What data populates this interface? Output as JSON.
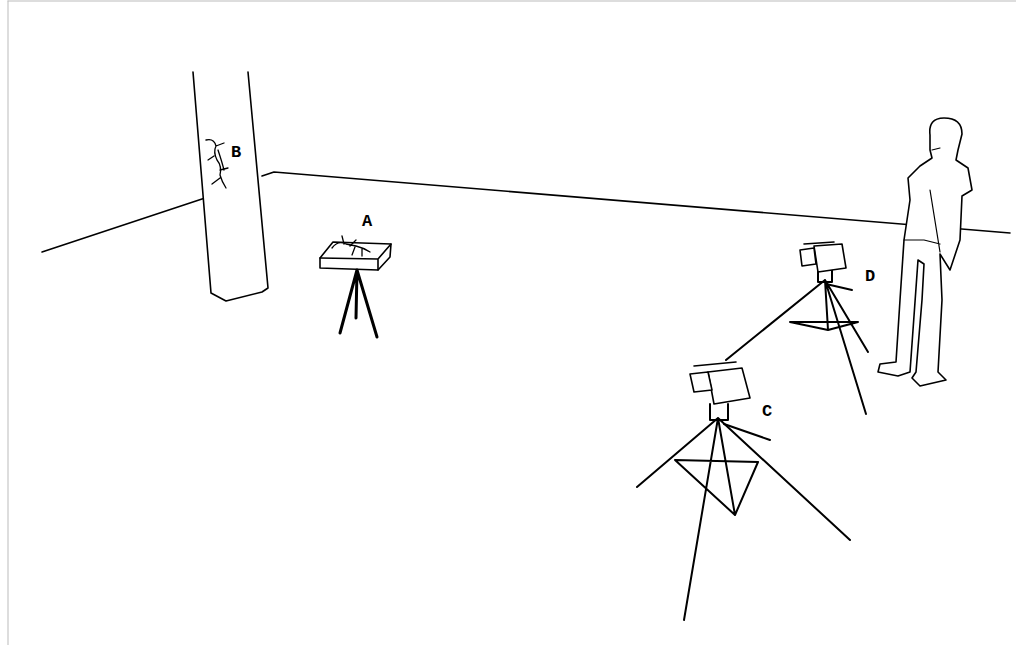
{
  "diagram": {
    "labels": [
      "B",
      "A",
      "D",
      "C"
    ]
  }
}
